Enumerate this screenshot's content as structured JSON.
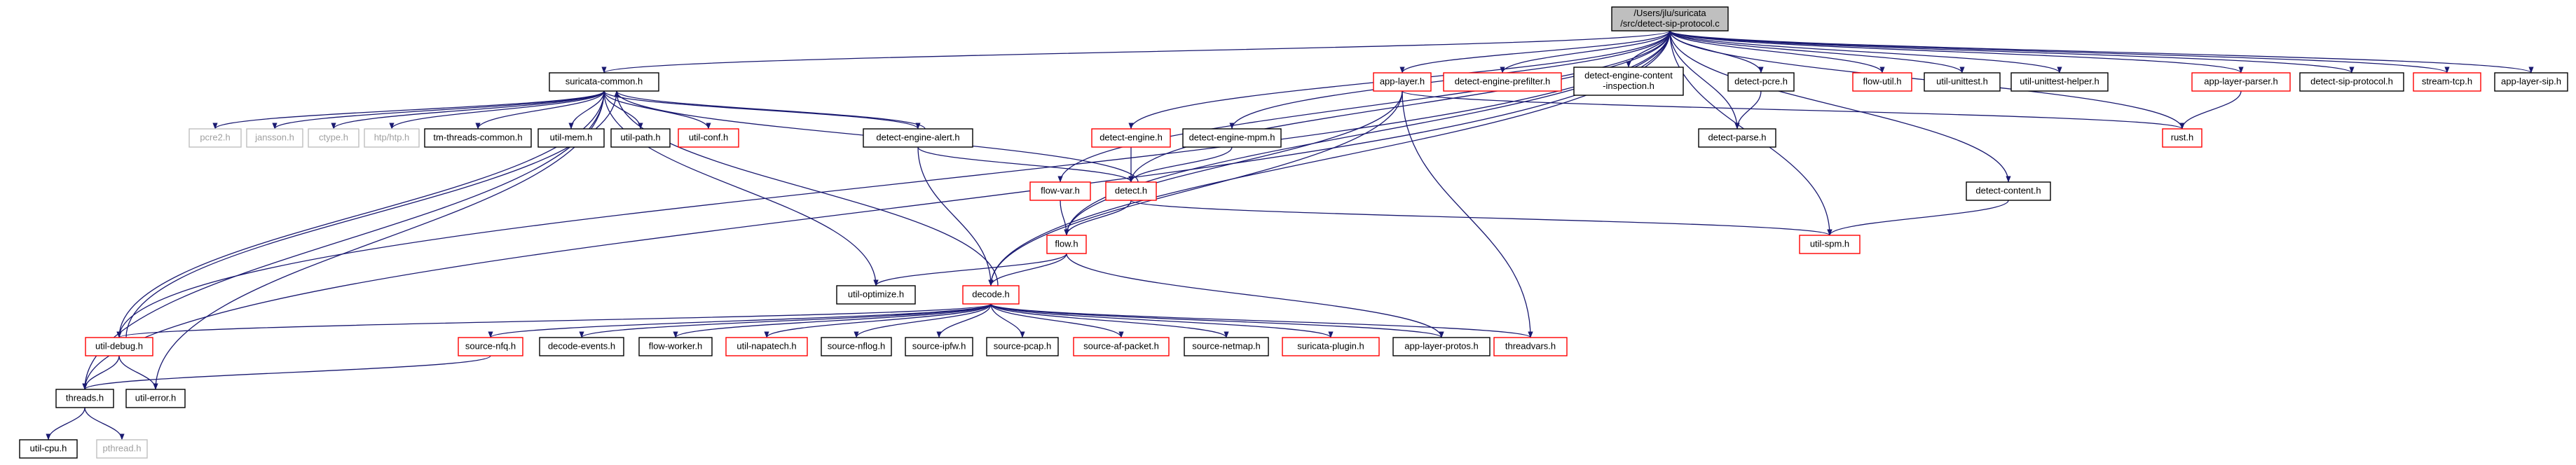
{
  "colors": {
    "edge": "#191970",
    "box_default": "#000000",
    "box_red": "#ff0000",
    "box_gray": "#bfbfbf",
    "root_fill": "#bfbfbf",
    "text_default": "#000000",
    "text_gray": "#a0a0a0"
  },
  "graph": {
    "nodes": [
      {
        "id": "root",
        "label": [
          "/Users/jlu/suricata",
          "/src/detect-sip-protocol.c"
        ],
        "style": "root"
      },
      {
        "id": "suricata_common",
        "label": [
          "suricata-common.h"
        ],
        "style": "default"
      },
      {
        "id": "app_layer",
        "label": [
          "app-layer.h"
        ],
        "style": "red"
      },
      {
        "id": "detect_engine_prefilter",
        "label": [
          "detect-engine-prefilter.h"
        ],
        "style": "red"
      },
      {
        "id": "detect_engine_content_inspection",
        "label": [
          "detect-engine-content",
          "-inspection.h"
        ],
        "style": "default"
      },
      {
        "id": "detect_pcre",
        "label": [
          "detect-pcre.h"
        ],
        "style": "default"
      },
      {
        "id": "flow_util",
        "label": [
          "flow-util.h"
        ],
        "style": "red"
      },
      {
        "id": "util_unittest",
        "label": [
          "util-unittest.h"
        ],
        "style": "default"
      },
      {
        "id": "util_unittest_helper",
        "label": [
          "util-unittest-helper.h"
        ],
        "style": "default"
      },
      {
        "id": "app_layer_parser",
        "label": [
          "app-layer-parser.h"
        ],
        "style": "red"
      },
      {
        "id": "detect_sip_protocol",
        "label": [
          "detect-sip-protocol.h"
        ],
        "style": "default"
      },
      {
        "id": "stream_tcp",
        "label": [
          "stream-tcp.h"
        ],
        "style": "red"
      },
      {
        "id": "app_layer_sip",
        "label": [
          "app-layer-sip.h"
        ],
        "style": "default"
      },
      {
        "id": "pcre2",
        "label": [
          "pcre2.h"
        ],
        "style": "gray"
      },
      {
        "id": "jansson",
        "label": [
          "jansson.h"
        ],
        "style": "gray"
      },
      {
        "id": "ctype",
        "label": [
          "ctype.h"
        ],
        "style": "gray"
      },
      {
        "id": "htp",
        "label": [
          "htp/htp.h"
        ],
        "style": "gray"
      },
      {
        "id": "tm_threads_common",
        "label": [
          "tm-threads-common.h"
        ],
        "style": "default"
      },
      {
        "id": "util_mem",
        "label": [
          "util-mem.h"
        ],
        "style": "default"
      },
      {
        "id": "util_path",
        "label": [
          "util-path.h"
        ],
        "style": "default"
      },
      {
        "id": "util_conf",
        "label": [
          "util-conf.h"
        ],
        "style": "red"
      },
      {
        "id": "detect_engine_alert",
        "label": [
          "detect-engine-alert.h"
        ],
        "style": "default"
      },
      {
        "id": "detect_engine",
        "label": [
          "detect-engine.h"
        ],
        "style": "red"
      },
      {
        "id": "detect_engine_mpm",
        "label": [
          "detect-engine-mpm.h"
        ],
        "style": "default"
      },
      {
        "id": "detect_parse",
        "label": [
          "detect-parse.h"
        ],
        "style": "default"
      },
      {
        "id": "rust",
        "label": [
          "rust.h"
        ],
        "style": "red"
      },
      {
        "id": "flow_var",
        "label": [
          "flow-var.h"
        ],
        "style": "red"
      },
      {
        "id": "detect",
        "label": [
          "detect.h"
        ],
        "style": "red"
      },
      {
        "id": "detect_content",
        "label": [
          "detect-content.h"
        ],
        "style": "default"
      },
      {
        "id": "util_spm",
        "label": [
          "util-spm.h"
        ],
        "style": "red"
      },
      {
        "id": "flow",
        "label": [
          "flow.h"
        ],
        "style": "red"
      },
      {
        "id": "util_optimize",
        "label": [
          "util-optimize.h"
        ],
        "style": "default"
      },
      {
        "id": "decode",
        "label": [
          "decode.h"
        ],
        "style": "red"
      },
      {
        "id": "util_debug",
        "label": [
          "util-debug.h"
        ],
        "style": "red"
      },
      {
        "id": "source_nfq",
        "label": [
          "source-nfq.h"
        ],
        "style": "red"
      },
      {
        "id": "decode_events",
        "label": [
          "decode-events.h"
        ],
        "style": "default"
      },
      {
        "id": "flow_worker",
        "label": [
          "flow-worker.h"
        ],
        "style": "default"
      },
      {
        "id": "util_napatech",
        "label": [
          "util-napatech.h"
        ],
        "style": "red"
      },
      {
        "id": "source_nflog",
        "label": [
          "source-nflog.h"
        ],
        "style": "default"
      },
      {
        "id": "source_ipfw",
        "label": [
          "source-ipfw.h"
        ],
        "style": "default"
      },
      {
        "id": "source_pcap",
        "label": [
          "source-pcap.h"
        ],
        "style": "default"
      },
      {
        "id": "source_af_packet",
        "label": [
          "source-af-packet.h"
        ],
        "style": "red"
      },
      {
        "id": "source_netmap",
        "label": [
          "source-netmap.h"
        ],
        "style": "default"
      },
      {
        "id": "suricata_plugin",
        "label": [
          "suricata-plugin.h"
        ],
        "style": "red"
      },
      {
        "id": "app_layer_protos",
        "label": [
          "app-layer-protos.h"
        ],
        "style": "default"
      },
      {
        "id": "threadvars",
        "label": [
          "threadvars.h"
        ],
        "style": "red"
      },
      {
        "id": "threads",
        "label": [
          "threads.h"
        ],
        "style": "default"
      },
      {
        "id": "util_error",
        "label": [
          "util-error.h"
        ],
        "style": "default"
      },
      {
        "id": "util_cpu",
        "label": [
          "util-cpu.h"
        ],
        "style": "default"
      },
      {
        "id": "pthread",
        "label": [
          "pthread.h"
        ],
        "style": "gray"
      }
    ],
    "edges": [
      [
        "root",
        "suricata_common"
      ],
      [
        "root",
        "app_layer"
      ],
      [
        "root",
        "detect_engine_prefilter"
      ],
      [
        "root",
        "detect_engine_content_inspection"
      ],
      [
        "root",
        "detect_pcre"
      ],
      [
        "root",
        "flow_util"
      ],
      [
        "root",
        "util_unittest"
      ],
      [
        "root",
        "util_unittest_helper"
      ],
      [
        "root",
        "app_layer_parser"
      ],
      [
        "root",
        "detect_sip_protocol"
      ],
      [
        "root",
        "stream_tcp"
      ],
      [
        "root",
        "app_layer_sip"
      ],
      [
        "root",
        "detect_engine"
      ],
      [
        "root",
        "detect_engine_mpm"
      ],
      [
        "root",
        "detect"
      ],
      [
        "root",
        "detect_parse"
      ],
      [
        "root",
        "rust"
      ],
      [
        "root",
        "flow_var"
      ],
      [
        "root",
        "flow"
      ],
      [
        "root",
        "util_spm"
      ],
      [
        "root",
        "detect_content"
      ],
      [
        "root",
        "decode"
      ],
      [
        "root",
        "threads"
      ],
      [
        "root",
        "util_debug"
      ],
      [
        "suricata_common",
        "pcre2"
      ],
      [
        "suricata_common",
        "jansson"
      ],
      [
        "suricata_common",
        "ctype"
      ],
      [
        "suricata_common",
        "htp"
      ],
      [
        "suricata_common",
        "tm_threads_common"
      ],
      [
        "suricata_common",
        "util_mem"
      ],
      [
        "suricata_common",
        "util_path"
      ],
      [
        "suricata_common",
        "util_conf"
      ],
      [
        "suricata_common",
        "detect_engine_alert"
      ],
      [
        "suricata_common",
        "util_optimize"
      ],
      [
        "suricata_common",
        "util_error"
      ],
      [
        "suricata_common",
        "util_debug"
      ],
      [
        "suricata_common",
        "threads"
      ],
      [
        "detect_engine_alert",
        "suricata_common"
      ],
      [
        "detect_engine_alert",
        "detect"
      ],
      [
        "detect_engine_alert",
        "decode"
      ],
      [
        "detect",
        "suricata_common"
      ],
      [
        "detect",
        "flow"
      ],
      [
        "detect",
        "util_spm"
      ],
      [
        "detect_engine",
        "detect"
      ],
      [
        "detect_engine_mpm",
        "detect"
      ],
      [
        "detect_pcre",
        "detect_parse"
      ],
      [
        "app_layer_parser",
        "rust"
      ],
      [
        "app_layer",
        "rust"
      ],
      [
        "app_layer",
        "flow"
      ],
      [
        "app_layer",
        "decode"
      ],
      [
        "app_layer",
        "threadvars"
      ],
      [
        "flow_var",
        "flow"
      ],
      [
        "detect_content",
        "util_spm"
      ],
      [
        "flow",
        "decode"
      ],
      [
        "flow",
        "util_optimize"
      ],
      [
        "flow",
        "app_layer_protos"
      ],
      [
        "decode",
        "suricata_common"
      ],
      [
        "decode",
        "util_debug"
      ],
      [
        "decode",
        "source_nfq"
      ],
      [
        "decode",
        "decode_events"
      ],
      [
        "decode",
        "flow_worker"
      ],
      [
        "decode",
        "util_napatech"
      ],
      [
        "decode",
        "source_nflog"
      ],
      [
        "decode",
        "source_ipfw"
      ],
      [
        "decode",
        "source_pcap"
      ],
      [
        "decode",
        "source_af_packet"
      ],
      [
        "decode",
        "source_netmap"
      ],
      [
        "decode",
        "suricata_plugin"
      ],
      [
        "decode",
        "app_layer_protos"
      ],
      [
        "decode",
        "threadvars"
      ],
      [
        "util_debug",
        "suricata_common"
      ],
      [
        "util_debug",
        "threads"
      ],
      [
        "util_debug",
        "util_error"
      ],
      [
        "source_nfq",
        "threads"
      ],
      [
        "threads",
        "util_cpu"
      ],
      [
        "threads",
        "pthread"
      ]
    ]
  }
}
